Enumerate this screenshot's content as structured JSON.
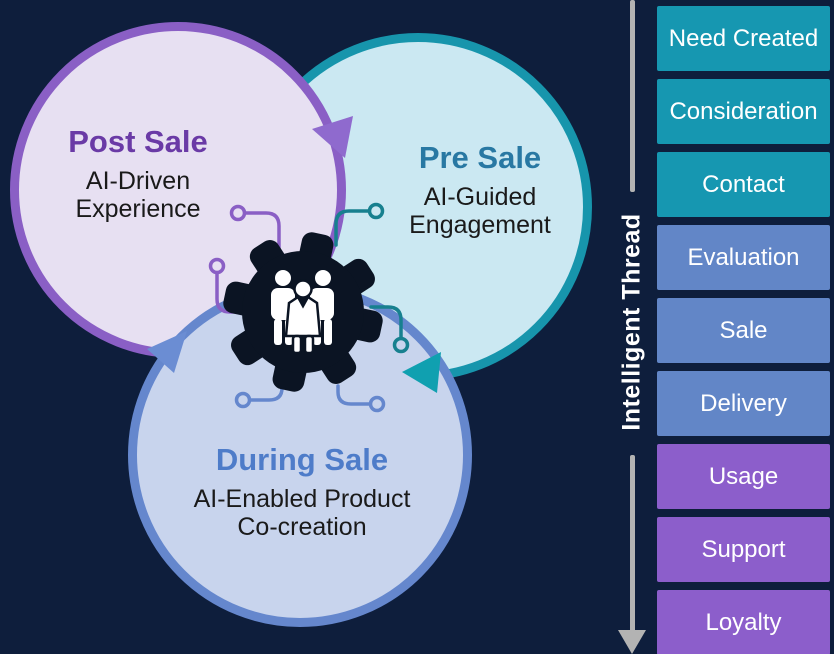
{
  "diagram": {
    "center_icon": "gear-with-team-icon",
    "circles": [
      {
        "id": "post-sale",
        "title": "Post Sale",
        "subtitle_lines": [
          "AI-Driven",
          "Experience"
        ]
      },
      {
        "id": "pre-sale",
        "title": "Pre Sale",
        "subtitle_lines": [
          "AI-Guided",
          "Engagement"
        ]
      },
      {
        "id": "during-sale",
        "title": "During Sale",
        "subtitle_lines": [
          "AI-Enabled Product",
          "Co-creation"
        ]
      }
    ],
    "flow_arrows": [
      "post-to-pre",
      "pre-to-during",
      "during-to-post"
    ]
  },
  "thread": {
    "label": "Intelligent Thread"
  },
  "stages": {
    "items": [
      {
        "label": "Need Created",
        "color": "#1697B1"
      },
      {
        "label": "Consideration",
        "color": "#1697B1"
      },
      {
        "label": "Contact",
        "color": "#1697B1"
      },
      {
        "label": "Evaluation",
        "color": "#6286C7"
      },
      {
        "label": "Sale",
        "color": "#6286C7"
      },
      {
        "label": "Delivery",
        "color": "#6286C7"
      },
      {
        "label": "Usage",
        "color": "#8C5ECB"
      },
      {
        "label": "Support",
        "color": "#8C5ECB"
      },
      {
        "label": "Loyalty",
        "color": "#8C5ECB"
      }
    ]
  },
  "palette": {
    "background": "#0E1E3C",
    "post_fill": "#E7E0F2",
    "post_border": "#8A5FC5",
    "post_title": "#6A3AA6",
    "post_arrow": "#8F6ACE",
    "pre_fill": "#CBE8F2",
    "pre_border": "#1795AC",
    "pre_title": "#2878A3",
    "pre_arrow": "#10A0B0",
    "during_fill": "#C8D4ED",
    "during_border": "#6587CD",
    "during_title": "#4E7CC9",
    "during_arrow": "#6B8DD3",
    "trace_teal": "#17808F",
    "gear": "#0B1423",
    "people": "#FFFFFF",
    "subtitle_text": "#1A1A1A",
    "thread_line": "#B3B3B3",
    "thread_text": "#FFFFFF",
    "stage_text": "#FFFFFF"
  }
}
